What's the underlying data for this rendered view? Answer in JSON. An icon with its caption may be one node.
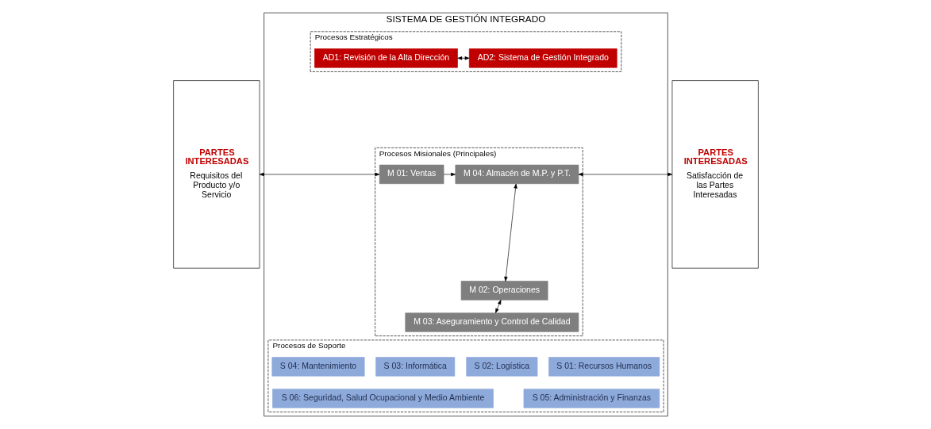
{
  "diagram": {
    "nodes": [
      {
        "text": [
          "PARTES INTERESADAS",
          "Requisitos del Producto y/o Servicio"
        ]
      },
      {
        "text": [
          "SISTEMA DE GESTIÓN INTEGRADO"
        ]
      },
      {
        "text": [
          "Procesos Estratégicos"
        ],
        "in": 1
      },
      {
        "text": [
          "AD1: Revisión de la Alta Dirección"
        ],
        "in": 2
      },
      {
        "text": [
          "AD2: Sistema de Gestión Integrado"
        ],
        "in": 2
      },
      {
        "text": [
          "Procesos Misionales (Principales)"
        ],
        "in": 1
      },
      {
        "text": [
          "M 01: Ventas"
        ],
        "in": 5
      },
      {
        "text": [
          "M 04: Almacén de M.P. y P.T."
        ],
        "in": 5
      },
      {
        "text": [
          "M 02: Operaciones"
        ],
        "in": 5
      },
      {
        "text": [
          "M 03: Aseguramiento y Control de Calidad"
        ],
        "in": 5
      },
      {
        "text": [
          "Procesos de Soporte"
        ],
        "in": 1
      },
      {
        "text": [
          "S 01: Recursos Humanos"
        ],
        "in": 10
      },
      {
        "text": [
          "S 02: Logística"
        ],
        "in": 10
      },
      {
        "text": [
          "S 03: Informática"
        ],
        "in": 10
      },
      {
        "text": [
          "S 04: Mantenimiento"
        ],
        "in": 10
      },
      {
        "text": [
          "S 05: Administración y Finanzas"
        ],
        "in": 10
      },
      {
        "text": [
          "S 06: Seguridad, Salud Ocupacional y Medio Ambiente"
        ],
        "in": 10
      },
      {
        "text": [
          "PARTES INTERESADAS",
          "Satisfacción de las Partes Interesadas"
        ]
      }
    ],
    "edges": [
      {
        "from": 3,
        "to": 4,
        "arrow": "both"
      },
      {
        "from": 0,
        "to": 6,
        "arrow": "both"
      },
      {
        "from": 6,
        "to": 7,
        "arrow": "to"
      },
      {
        "from": 7,
        "to": 17,
        "arrow": "both"
      },
      {
        "from": 7,
        "to": 8,
        "arrow": "both"
      },
      {
        "from": 8,
        "to": 9,
        "arrow": "both"
      }
    ]
  }
}
